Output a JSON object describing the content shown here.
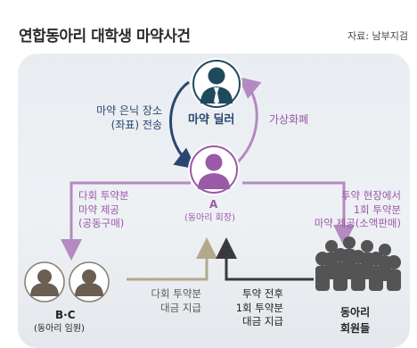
{
  "header": {
    "title": "연합동아리 대학생 마약사건",
    "source": "자료: 남부지검"
  },
  "nodes": {
    "dealer": "마약 딜러",
    "a_name": "A",
    "a_role": "(동아리 회장)",
    "bc_name": "B·C",
    "bc_role": "(동아리 임원)",
    "members_line1": "동아리",
    "members_line2": "회원들"
  },
  "edges": {
    "dealer_to_a": [
      "마약 은닉 장소",
      "(좌표) 전송"
    ],
    "a_to_dealer": [
      "가상화폐"
    ],
    "a_to_bc": [
      "다회 투약분",
      "마약 제공",
      "(공동구매)"
    ],
    "a_to_members": [
      "투약 현장에서",
      "1회 투약분",
      "마약 제공(소액판매)"
    ],
    "bc_to_a": [
      "다회 투약분",
      "대금 지급"
    ],
    "members_to_a": [
      "투약 전후",
      "1회 투약분",
      "대금 지급"
    ]
  },
  "colors": {
    "purple": "#9a5aa8",
    "navy": "#2a4670",
    "dealer_teal": "#1f4a5c",
    "member_gray": "#545454",
    "bc_brown": "#6b5e52"
  }
}
